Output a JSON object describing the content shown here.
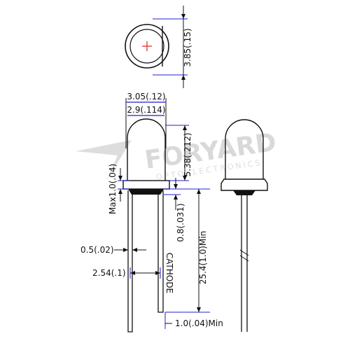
{
  "watermark": {
    "brand": "FORYARD",
    "sub": "OPTOELECTRONICS"
  },
  "dimensions": {
    "lens_height": "3.85(.15)",
    "flange_diameter": "3.05(.12)",
    "body_diameter": "2.9(.114)",
    "body_height": "5.38(.212)",
    "flange_max": "Max1.0(.04)",
    "lead_thickness": "0.8(.031)",
    "lead_length": "25.4(1.0)Min",
    "lead_width": "0.5(.02)",
    "lead_pitch": "2.54(.1)",
    "cathode": "CATHODE",
    "lead_bend": "1.0(.04)Min"
  },
  "colors": {
    "outline": "#111111",
    "accent_blue": "#1f1fd6",
    "center_mark": "#e02020",
    "watermark": "#d9d9d9"
  }
}
